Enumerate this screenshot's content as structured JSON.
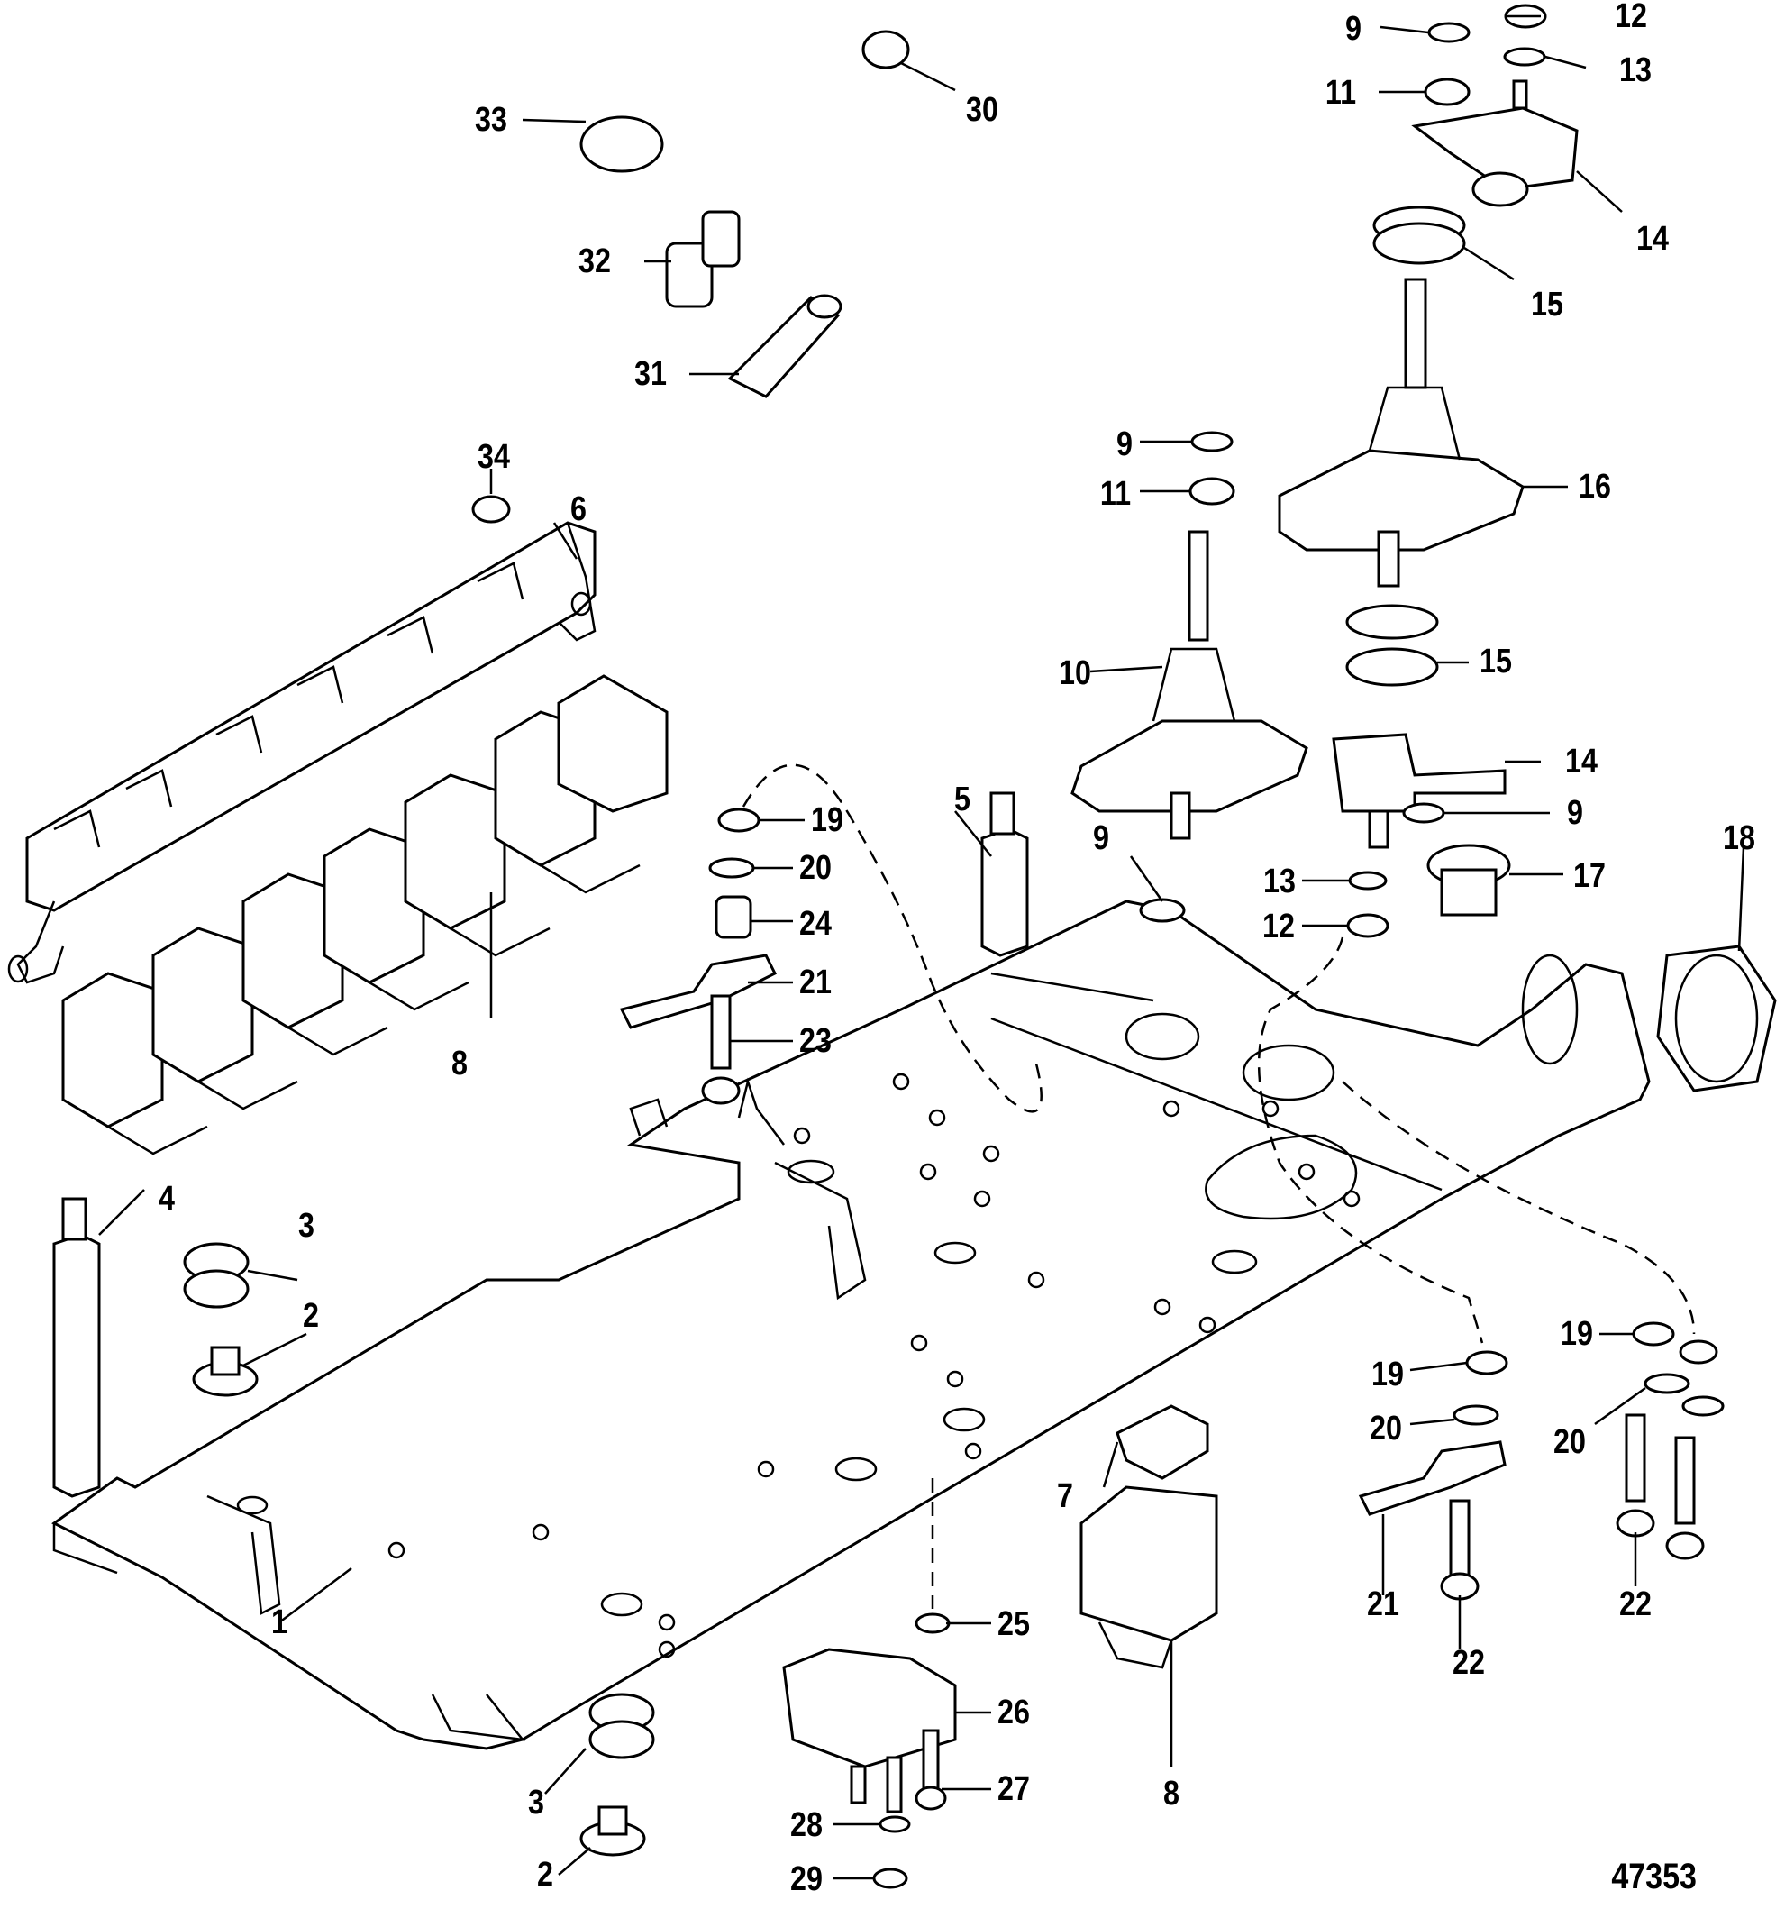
{
  "figure_number": "47353",
  "callouts": [
    {
      "id": "c1",
      "text": "1"
    },
    {
      "id": "c2a",
      "text": "2"
    },
    {
      "id": "c2b",
      "text": "2"
    },
    {
      "id": "c3a",
      "text": "3"
    },
    {
      "id": "c3b",
      "text": "3"
    },
    {
      "id": "c4",
      "text": "4"
    },
    {
      "id": "c5",
      "text": "5"
    },
    {
      "id": "c6",
      "text": "6"
    },
    {
      "id": "c7",
      "text": "7"
    },
    {
      "id": "c8a",
      "text": "8"
    },
    {
      "id": "c8b",
      "text": "8"
    },
    {
      "id": "c9a",
      "text": "9"
    },
    {
      "id": "c9b",
      "text": "9"
    },
    {
      "id": "c9c",
      "text": "9"
    },
    {
      "id": "c9d",
      "text": "9"
    },
    {
      "id": "c10",
      "text": "10"
    },
    {
      "id": "c11a",
      "text": "11"
    },
    {
      "id": "c11b",
      "text": "11"
    },
    {
      "id": "c12a",
      "text": "12"
    },
    {
      "id": "c12b",
      "text": "12"
    },
    {
      "id": "c13a",
      "text": "13"
    },
    {
      "id": "c13b",
      "text": "13"
    },
    {
      "id": "c14a",
      "text": "14"
    },
    {
      "id": "c14b",
      "text": "14"
    },
    {
      "id": "c15a",
      "text": "15"
    },
    {
      "id": "c15b",
      "text": "15"
    },
    {
      "id": "c16",
      "text": "16"
    },
    {
      "id": "c17",
      "text": "17"
    },
    {
      "id": "c18",
      "text": "18"
    },
    {
      "id": "c19a",
      "text": "19"
    },
    {
      "id": "c19b",
      "text": "19"
    },
    {
      "id": "c19c",
      "text": "19"
    },
    {
      "id": "c20a",
      "text": "20"
    },
    {
      "id": "c20b",
      "text": "20"
    },
    {
      "id": "c20c",
      "text": "20"
    },
    {
      "id": "c21a",
      "text": "21"
    },
    {
      "id": "c21b",
      "text": "21"
    },
    {
      "id": "c22a",
      "text": "22"
    },
    {
      "id": "c22b",
      "text": "22"
    },
    {
      "id": "c23",
      "text": "23"
    },
    {
      "id": "c24",
      "text": "24"
    },
    {
      "id": "c25",
      "text": "25"
    },
    {
      "id": "c26",
      "text": "26"
    },
    {
      "id": "c27",
      "text": "27"
    },
    {
      "id": "c28",
      "text": "28"
    },
    {
      "id": "c29",
      "text": "29"
    },
    {
      "id": "c30",
      "text": "30"
    },
    {
      "id": "c31",
      "text": "31"
    },
    {
      "id": "c32",
      "text": "32"
    },
    {
      "id": "c33",
      "text": "33"
    },
    {
      "id": "c34",
      "text": "34"
    }
  ]
}
